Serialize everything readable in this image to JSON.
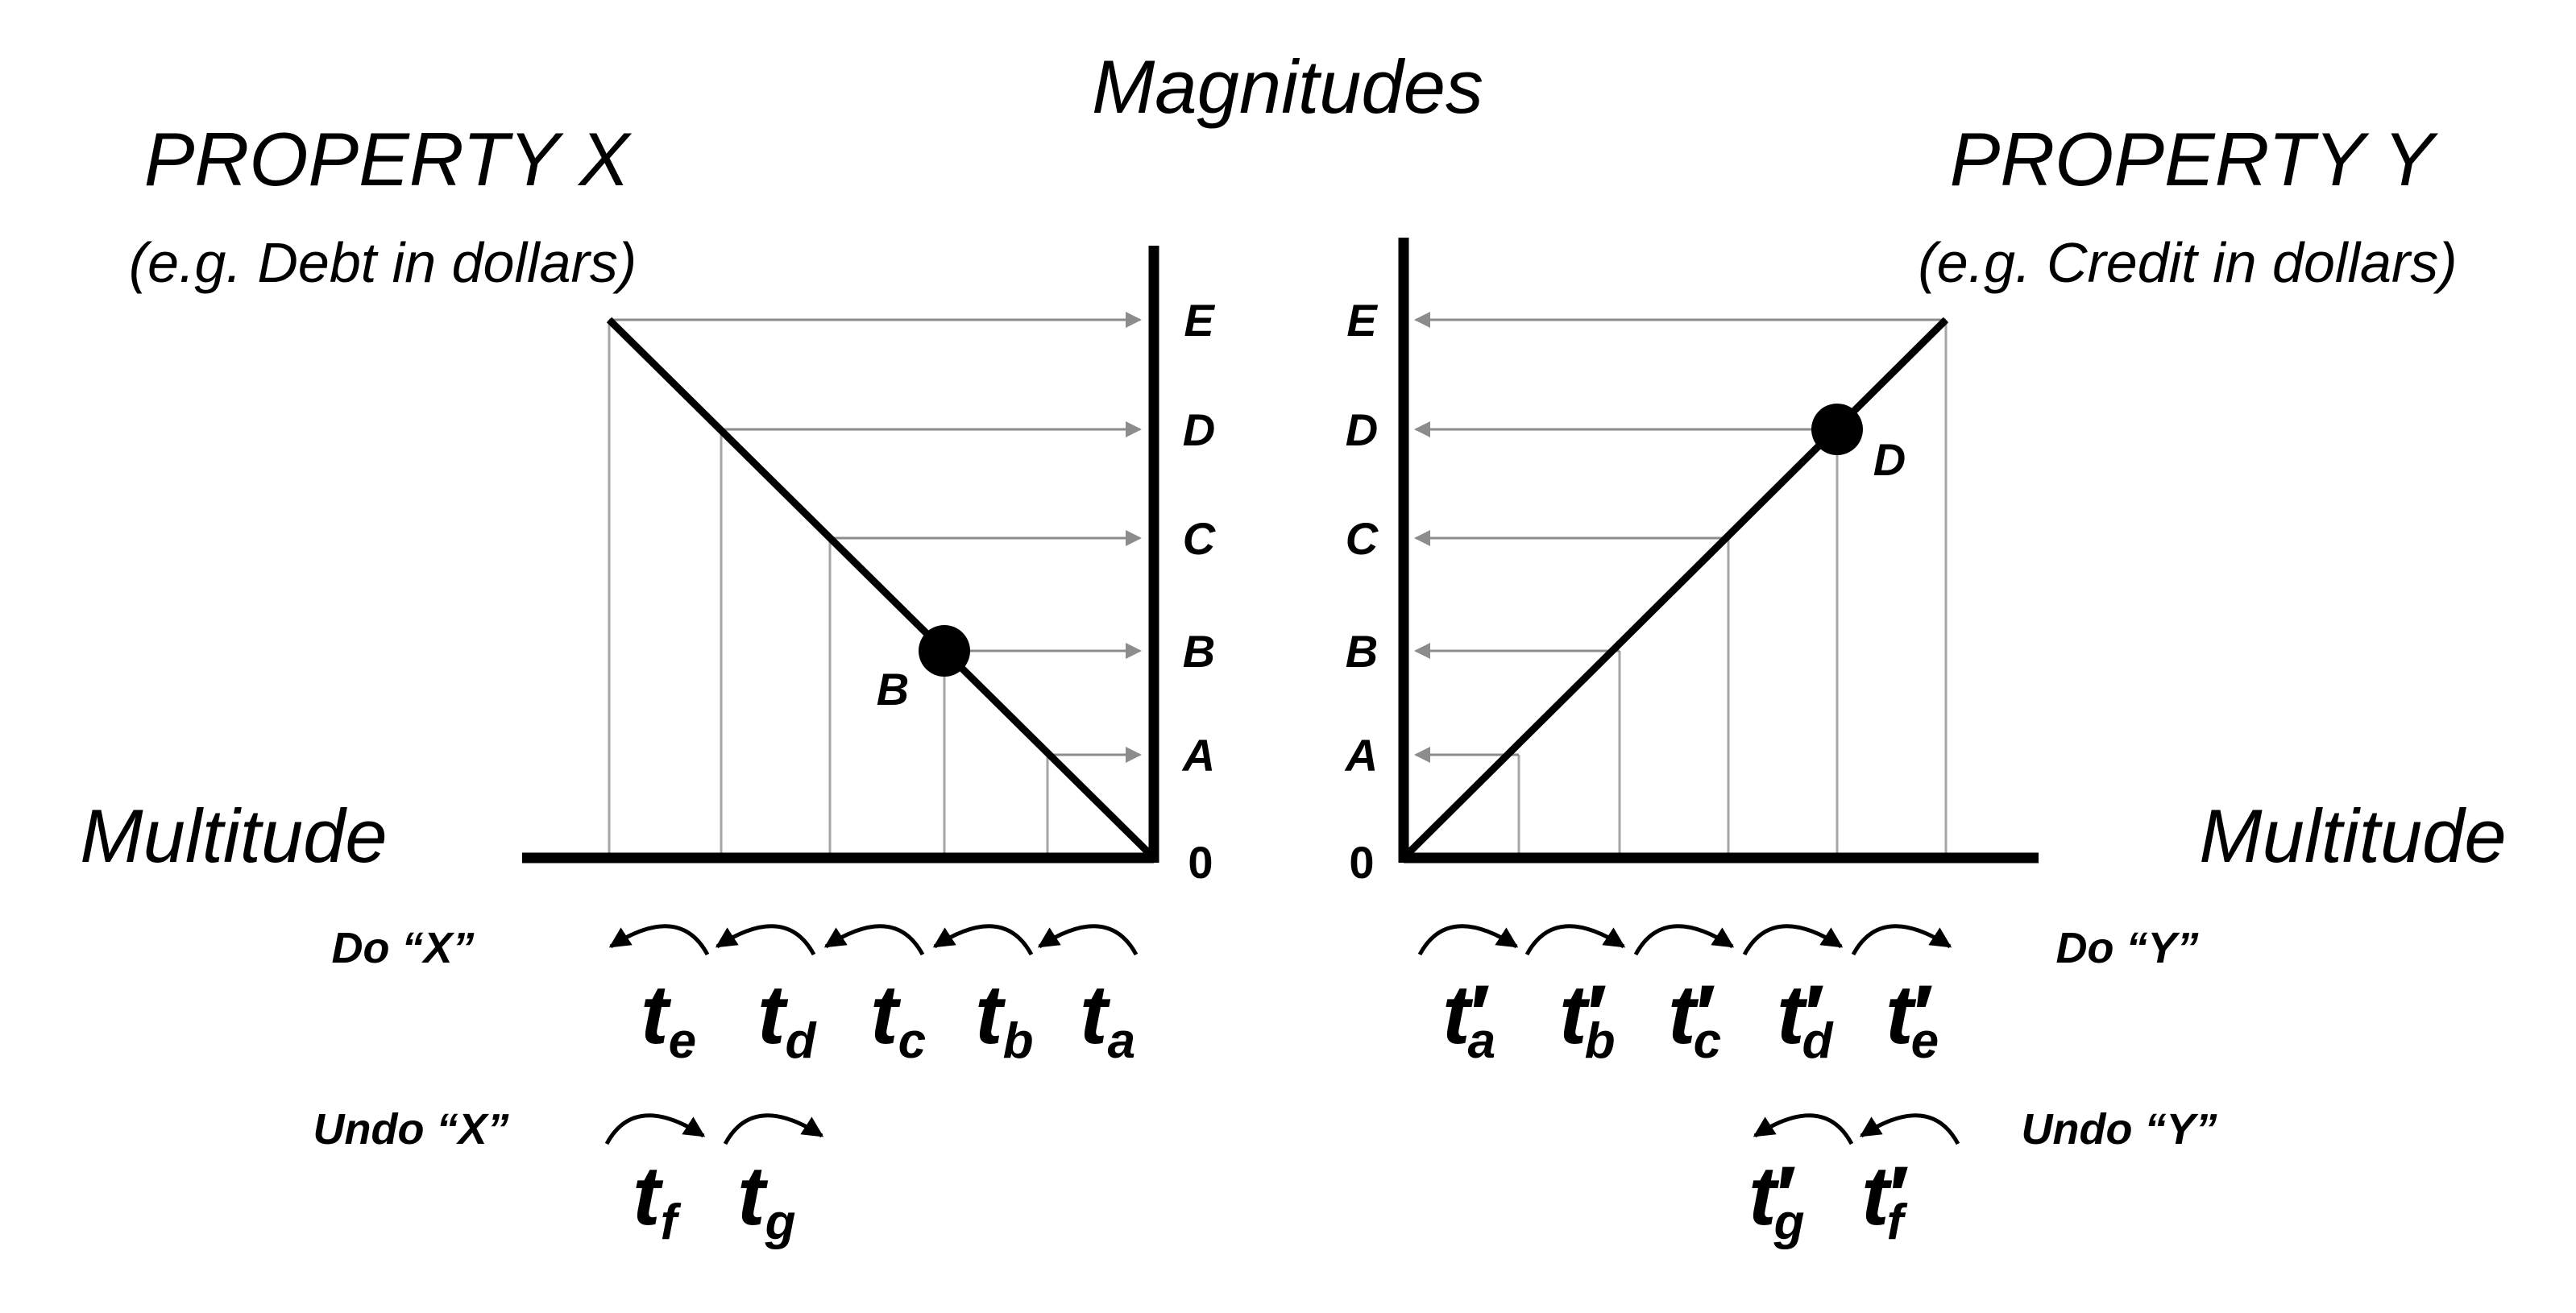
{
  "title": "Magnitudes",
  "left": {
    "property": "PROPERTY X",
    "example": "(e.g. Debt in dollars)",
    "axis_label": "Multitude",
    "zero": "0",
    "ticks": [
      "A",
      "B",
      "C",
      "D",
      "E"
    ],
    "point_label": "B",
    "do_label": "Do “X”",
    "undo_label": "Undo “X”",
    "do_times": [
      {
        "base": "t",
        "sub": "e"
      },
      {
        "base": "t",
        "sub": "d"
      },
      {
        "base": "t",
        "sub": "c"
      },
      {
        "base": "t",
        "sub": "b"
      },
      {
        "base": "t",
        "sub": "a"
      }
    ],
    "undo_times": [
      {
        "base": "t",
        "sub": "f"
      },
      {
        "base": "t",
        "sub": "g"
      }
    ]
  },
  "right": {
    "property": "PROPERTY Y",
    "example": "(e.g. Credit in dollars)",
    "axis_label": "Multitude",
    "zero": "0",
    "ticks": [
      "A",
      "B",
      "C",
      "D",
      "E"
    ],
    "point_label": "D",
    "do_label": "Do “Y”",
    "undo_label": "Undo “Y”",
    "prime": "′",
    "do_times": [
      {
        "base": "t",
        "sub": "a"
      },
      {
        "base": "t",
        "sub": "b"
      },
      {
        "base": "t",
        "sub": "c"
      },
      {
        "base": "t",
        "sub": "d"
      },
      {
        "base": "t",
        "sub": "e"
      }
    ],
    "undo_times": [
      {
        "base": "t",
        "sub": "g"
      },
      {
        "base": "t",
        "sub": "f"
      }
    ]
  },
  "colors": {
    "axis": "#000000",
    "guide": "#a6a6a6",
    "arrow": "#8c8c8c",
    "text": "#000000"
  }
}
